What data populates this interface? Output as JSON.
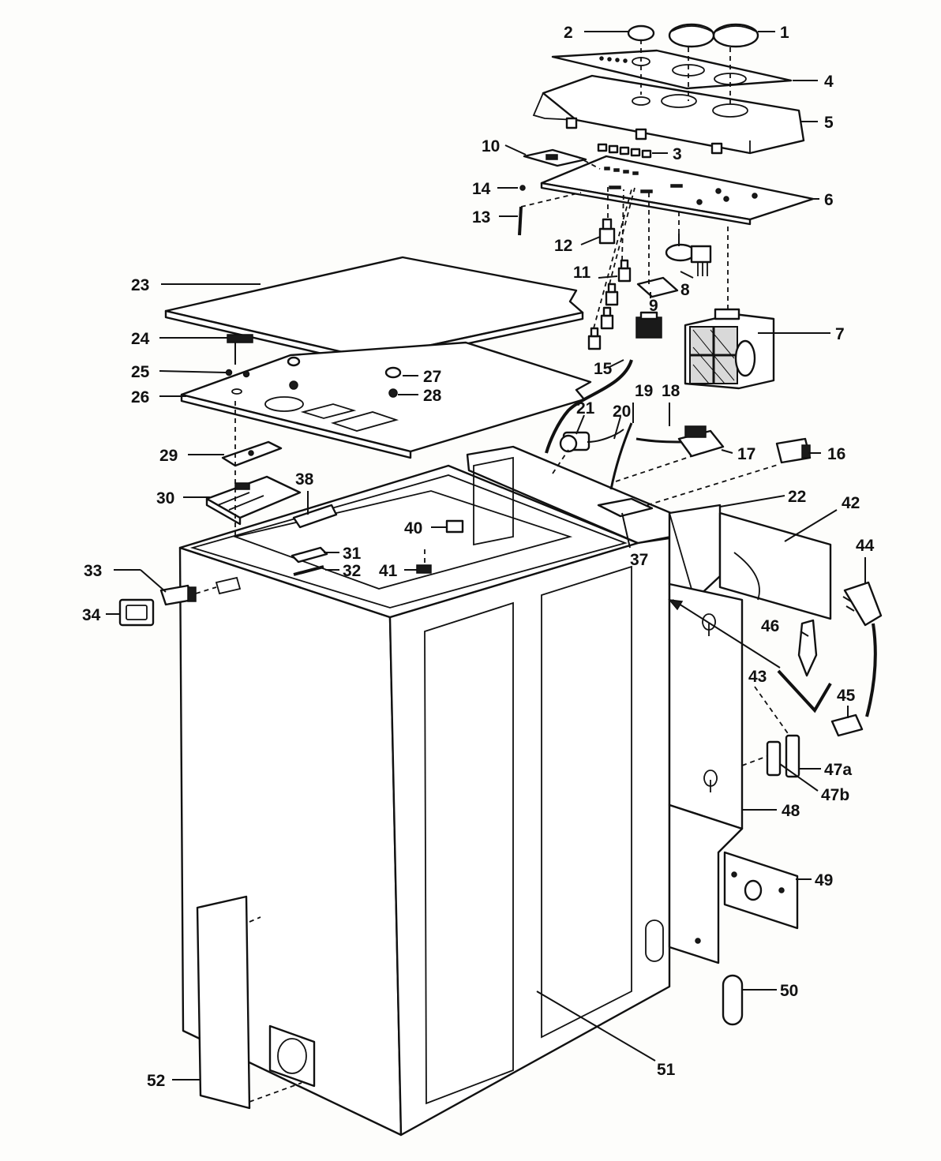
{
  "diagram": {
    "callouts": {
      "p1": "1",
      "p2": "2",
      "p3": "3",
      "p4": "4",
      "p5": "5",
      "p6": "6",
      "p7": "7",
      "p8": "8",
      "p9": "9",
      "p10": "10",
      "p11": "11",
      "p12": "12",
      "p13": "13",
      "p14": "14",
      "p15": "15",
      "p16": "16",
      "p17": "17",
      "p18": "18",
      "p19": "19",
      "p20": "20",
      "p21": "21",
      "p22": "22",
      "p23": "23",
      "p24": "24",
      "p25": "25",
      "p26": "26",
      "p27": "27",
      "p28": "28",
      "p29": "29",
      "p30": "30",
      "p31": "31",
      "p32": "32",
      "p33": "33",
      "p34": "34",
      "p37": "37",
      "p38": "38",
      "p40": "40",
      "p41": "41",
      "p42": "42",
      "p43": "43",
      "p44": "44",
      "p45": "45",
      "p46": "46",
      "p47a": "47a",
      "p47b": "47b",
      "p48": "48",
      "p49": "49",
      "p50": "50",
      "p51": "51",
      "p52": "52"
    }
  }
}
